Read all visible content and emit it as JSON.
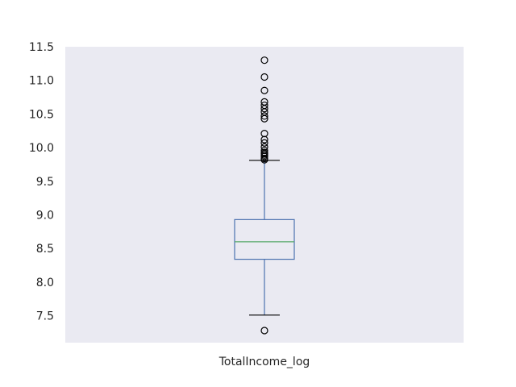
{
  "chart_data": {
    "type": "box",
    "categories": [
      "TotalIncome_log"
    ],
    "ylim": [
      7.1,
      11.5
    ],
    "yticks": [
      "7.5",
      "8.0",
      "8.5",
      "9.0",
      "9.5",
      "10.0",
      "10.5",
      "11.0",
      "11.5"
    ],
    "grid": false,
    "series": [
      {
        "category": "TotalIncome_log",
        "whisker_low": 7.51,
        "q1": 8.34,
        "median": 8.6,
        "q3": 8.93,
        "whisker_high": 9.81,
        "outliers": [
          7.28,
          9.82,
          9.84,
          9.87,
          9.89,
          9.91,
          9.93,
          9.96,
          10.01,
          10.07,
          10.12,
          10.21,
          10.43,
          10.47,
          10.53,
          10.58,
          10.63,
          10.68,
          10.85,
          11.05,
          11.3
        ]
      }
    ],
    "colors": {
      "box": "#4c72b0",
      "median": "#55a868",
      "whisker": "#4c72b0",
      "cap": "#000000",
      "flier": "#000000",
      "plot_bg": "#eaeaf2"
    }
  }
}
